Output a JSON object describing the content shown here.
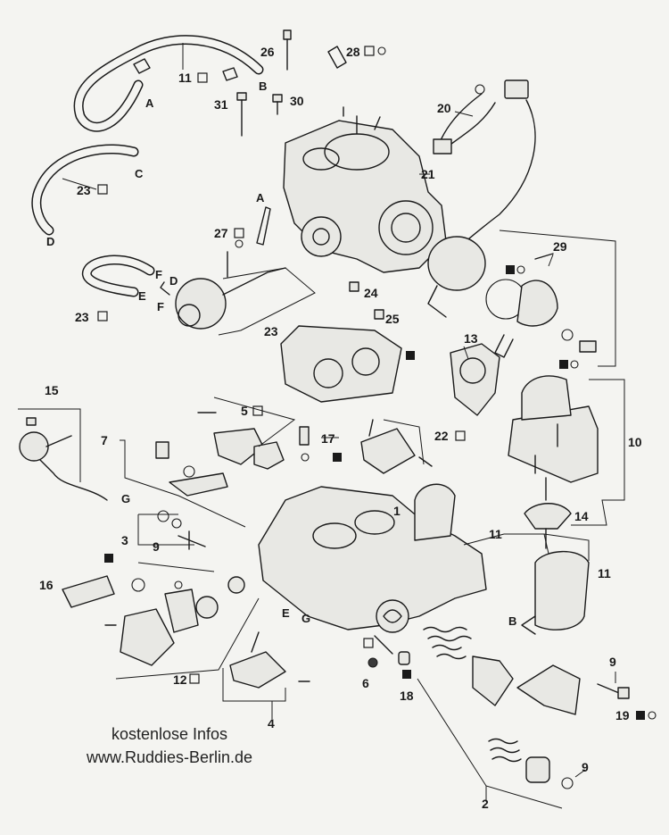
{
  "callouts": {
    "c1": "1",
    "c2": "2",
    "c3": "3",
    "c4": "4",
    "c5": "5",
    "c6": "6",
    "c7": "7",
    "c9a": "9",
    "c9b": "9",
    "c9c": "9",
    "c10": "10",
    "c11a": "11",
    "c11b": "11",
    "c11c": "11",
    "c12": "12",
    "c13": "13",
    "c14": "14",
    "c15": "15",
    "c16": "16",
    "c17": "17",
    "c18": "18",
    "c19": "19",
    "c20": "20",
    "c21": "21",
    "c22": "22",
    "c23a": "23",
    "c23b": "23",
    "c23c": "23",
    "c24": "24",
    "c25": "25",
    "c26": "26",
    "c27": "27",
    "c28": "28",
    "c29": "29",
    "c30": "30",
    "c31": "31"
  },
  "connectors": {
    "A1": "A",
    "A2": "A",
    "B1": "B",
    "B2": "B",
    "C1": "C",
    "D1": "D",
    "D2": "D",
    "E1": "E",
    "E2": "E",
    "F1": "F",
    "F2": "F",
    "G1": "G",
    "G2": "G"
  },
  "watermark": {
    "line1": "kostenlose Infos",
    "line2": "www.Ruddies-Berlin.de"
  }
}
